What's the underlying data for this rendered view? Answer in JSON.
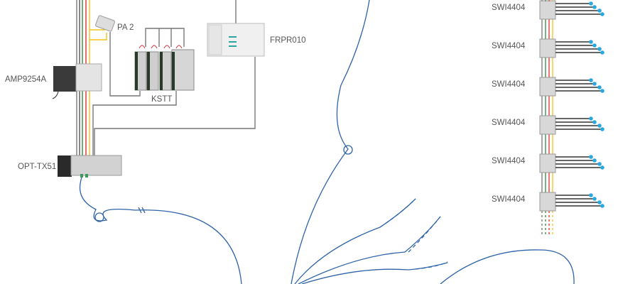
{
  "labels": {
    "pa2": "PA 2",
    "amp": "AMP9254A",
    "kstt": "KSTT",
    "frpr": "FRPR010",
    "opt": "OPT-TX51"
  },
  "switches": [
    {
      "label": "SWI4404"
    },
    {
      "label": "SWI4404"
    },
    {
      "label": "SWI4404"
    },
    {
      "label": "SWI4404"
    },
    {
      "label": "SWI4404"
    },
    {
      "label": "SWI4404"
    }
  ],
  "colors": {
    "cable_gray": "#777777",
    "cable_dark": "#555555",
    "cable_green": "#2e8b3a",
    "cable_red": "#d8342c",
    "cable_yellow": "#f2c21b",
    "fiber_blue": "#2f64a8",
    "output_dot": "#29a8e0",
    "device_gray": "#d6d6d6"
  }
}
